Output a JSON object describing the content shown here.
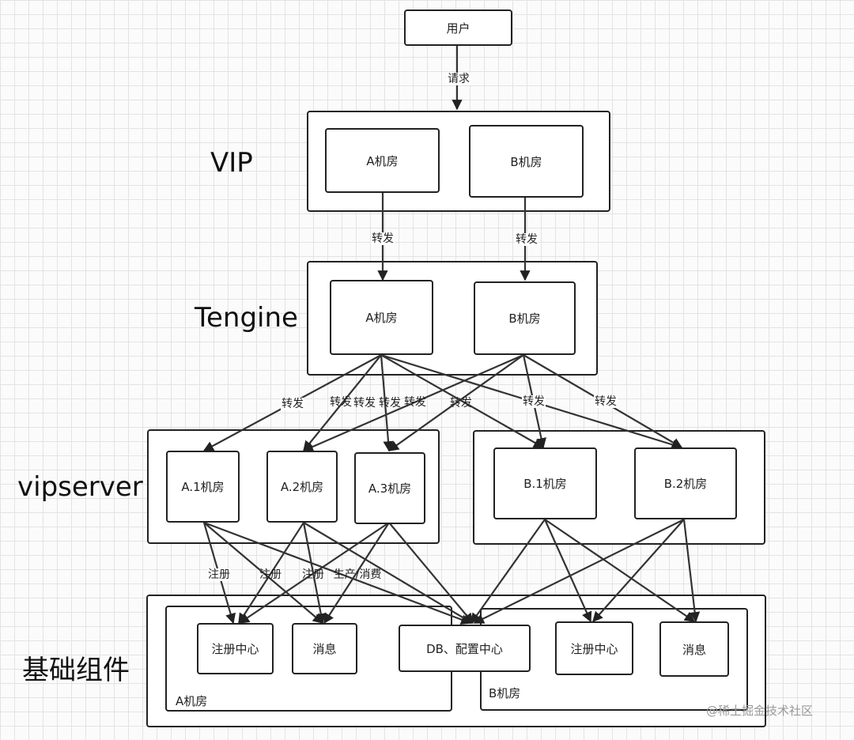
{
  "layers": {
    "vip": "VIP",
    "tengine": "Tengine",
    "vipserver": "vipserver",
    "base": "基础组件"
  },
  "nodes": {
    "user": "用户",
    "vip_a": "A机房",
    "vip_b": "B机房",
    "tengine_a": "A机房",
    "tengine_b": "B机房",
    "vs_a1": "A.1机房",
    "vs_a2": "A.2机房",
    "vs_a3": "A.3机房",
    "vs_b1": "B.1机房",
    "vs_b2": "B.2机房",
    "reg_a": "注册中心",
    "msg_a": "消息",
    "db_config": "DB、配置中心",
    "reg_b": "注册中心",
    "msg_b": "消息"
  },
  "groups": {
    "base_a_label": "A机房",
    "base_b_label": "B机房"
  },
  "edge_labels": {
    "request": "请求",
    "vip_a_forward": "转发",
    "vip_b_forward": "转发",
    "t_forward_1": "转发",
    "t_forward_2": "转发",
    "t_forward_3": "转发",
    "t_forward_4": "转发",
    "t_forward_5": "转发",
    "t_forward_6": "转发",
    "t_forward_7": "转发",
    "t_forward_8": "转发",
    "register_1": "注册",
    "register_2": "注册",
    "register_3": "注册",
    "produce_consume": "生产/消费"
  },
  "watermark": "@稀土掘金技术社区"
}
